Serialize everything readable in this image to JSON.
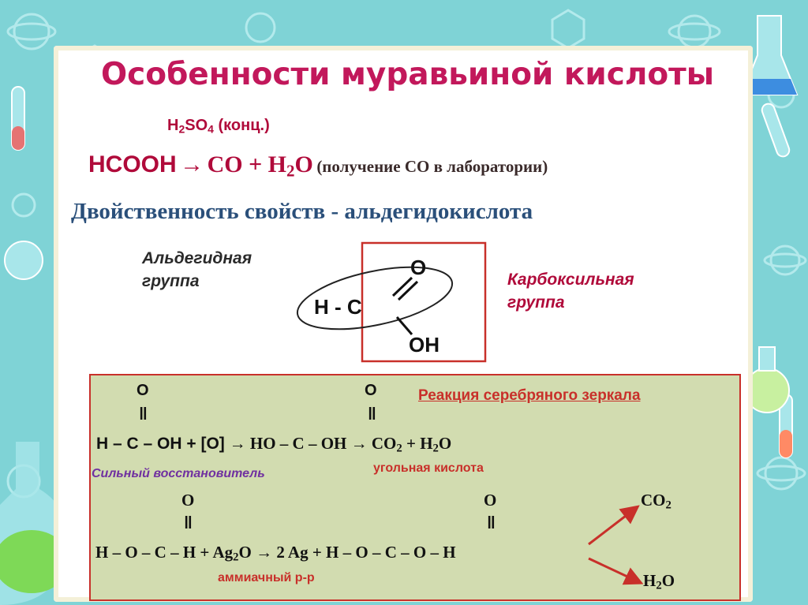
{
  "slide": {
    "title": "Особенности муравьиной кислоты",
    "catalyst": {
      "prefix": "H",
      "sub1": "2",
      "mid": "SO",
      "sub2": "4",
      "suffix": " (конц.)"
    },
    "reaction1": {
      "reactant": "HCOOH",
      "arrow": "→",
      "product_a": "CO + H",
      "product_sub": "2",
      "product_b": "O",
      "note": "(получение CO в лаборатории)"
    },
    "duality": "Двойственность свойств - альдегидокислота",
    "aldehyde_group": {
      "line1": "Альдегидная",
      "line2": "группа"
    },
    "carboxyl_group": {
      "line1": "Карбоксильная",
      "line2": "группа"
    },
    "structure": {
      "o_top": "O",
      "h_c": "H - C",
      "oh": "OH"
    }
  },
  "reactions_box": {
    "silver_mirror_title": "Реакция серебряного зеркала",
    "r1": {
      "o_left": "O",
      "bond_left": "‖",
      "o_right": "O",
      "bond_right": "‖",
      "lhs": "H – C – OH",
      "oxidant": " + [O] ",
      "rhs_a": "→ HO – C – OH → CO",
      "rhs_sub1": "2",
      "rhs_b": " + H",
      "rhs_sub2": "2",
      "rhs_c": "O",
      "label_reducer": "Сильный восстановитель",
      "label_carbonic": "угольная кислота"
    },
    "r2": {
      "o_left": "O",
      "bond_left": "‖",
      "o_right": "O",
      "bond_right": "‖",
      "eq_a": "H – O – C – H + Ag",
      "eq_sub": "2",
      "eq_b": "O → 2 Ag + H – O – C – O – H",
      "co2_a": "CO",
      "co2_sub": "2",
      "h2o_a": "H",
      "h2o_sub": "2",
      "h2o_b": "O",
      "label_ammonia": "аммиачный р-р"
    }
  },
  "colors": {
    "title": "#c2185b",
    "accent_red": "#c8302a",
    "duality_blue": "#2a4f7a",
    "box_bg": "#d2dcb0",
    "purple": "#7030a0",
    "frame_bg": "#7fd3d6"
  }
}
